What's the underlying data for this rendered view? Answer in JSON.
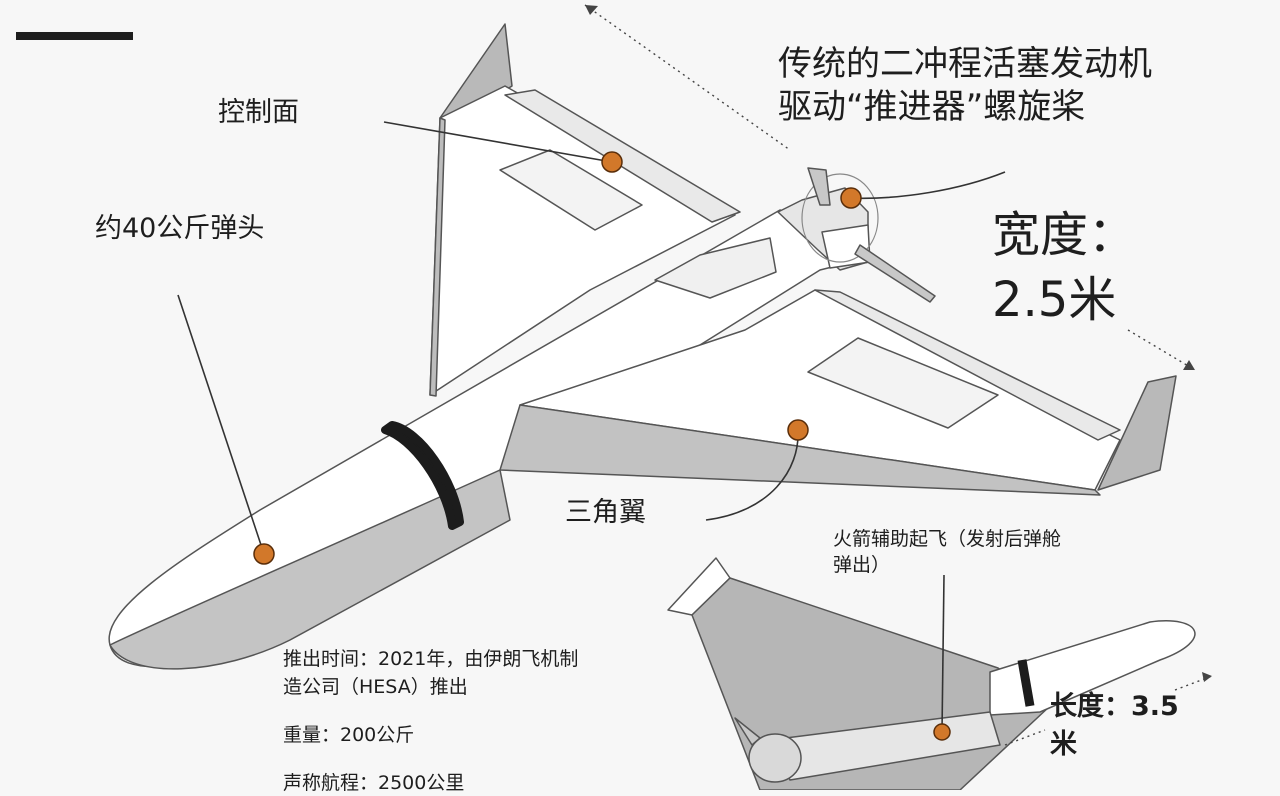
{
  "labels": {
    "engine_line1": "传统的二冲程活塞发动机",
    "engine_line2": "驱动“推进器”螺旋桨",
    "control_surface": "控制面",
    "warhead": "约40公斤弹头",
    "width_title": "宽度：",
    "width_value": "2.5米",
    "delta_wing": "三角翼",
    "rocket_line1": "火箭辅助起飞（发射后弹舱",
    "rocket_line2": "弹出）",
    "length_line1": "长度：3.5",
    "length_line2": "米",
    "launch_line1": "推出时间：2021年，由伊朗飞机制",
    "launch_line2": "造公司（HESA）推出",
    "weight": "重量：200公斤",
    "range": "声称航程：2500公里"
  },
  "colors": {
    "marker": "#d2782a",
    "body": "#ffffff",
    "shade": "#b9b9b9",
    "band": "#1c1c1c",
    "line": "#555555"
  }
}
